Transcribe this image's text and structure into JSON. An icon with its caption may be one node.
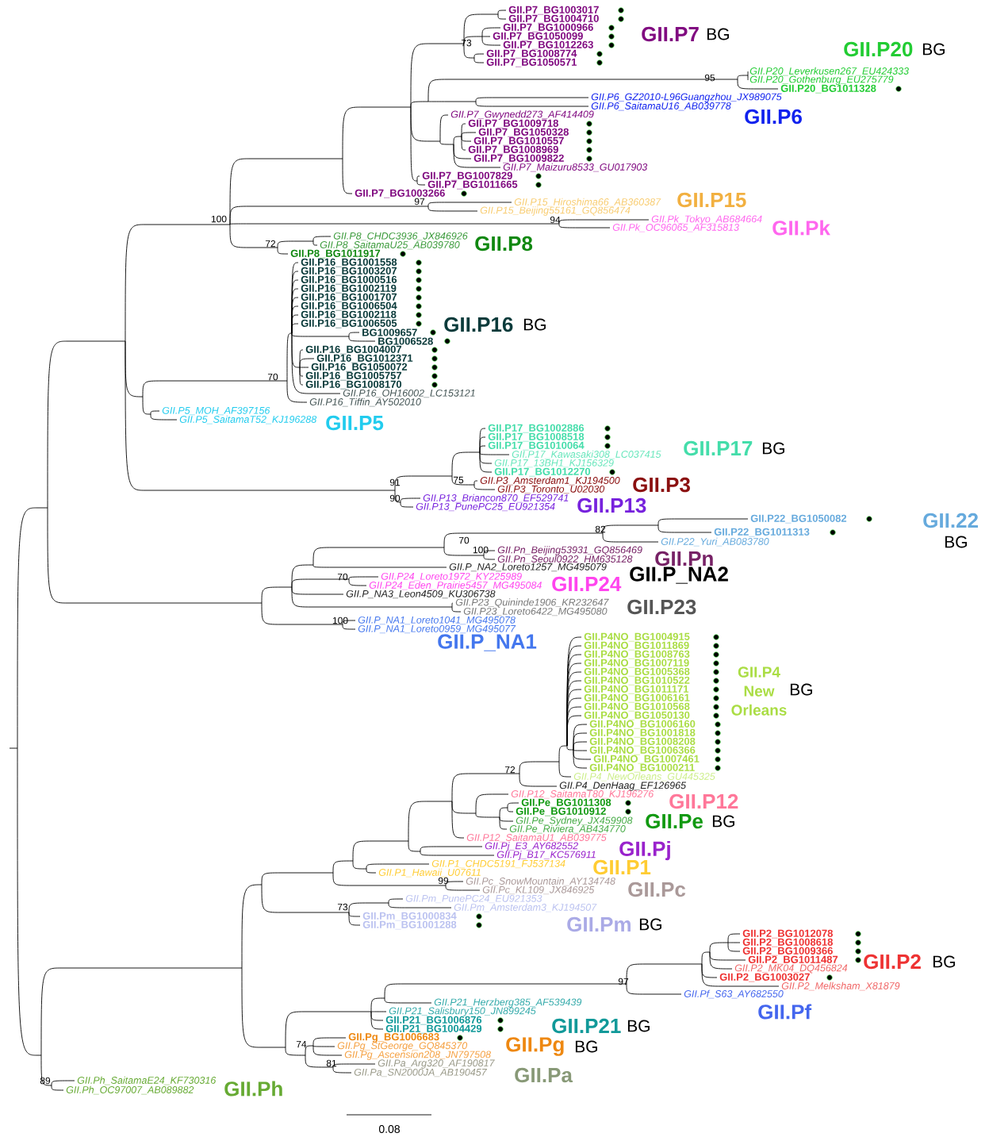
{
  "diagram": {
    "labels": [
      "GII.P7_BG1003017",
      "GII.P7_BG1004710",
      "GII.P7_BG1000966",
      "GII.P7_BG1050099",
      "GII.P7_BG1012263",
      "GII.P7",
      "BG",
      "73",
      "GII.P7_BG1008774",
      "GII.P7_BG1050571",
      "GII.P20",
      "BG",
      "GII.P20_Leverkusen267_EU424333",
      "95",
      "GII.P20_Gothenburg_EU275779",
      "GII.P20_BG1011328",
      "GII.P6_GZ2010-L96Guangzhou_JX989075",
      "GII.P6_SaitamaU16_AB039778",
      "GII.P7_Gwynedd273_AF414409",
      "GII.P6",
      "GII.P7_BG1009718",
      "GII.P7_BG1050328",
      "GII.P7_BG1010557",
      "GII.P7_BG1008969",
      "GII.P7_BG1009822",
      "GII.P7_Maizuru8533_GU017903",
      "GII.P7_BG1007829",
      "GII.P7_BG1011665",
      "GII.P7_BG1003266",
      "GII.P15",
      "GII.P15_Hiroshima66_AB360387",
      "97",
      "GII.P15_Beijing55161_GQ856474",
      "GII.Pk_Tokyo_AB684664",
      "94",
      "100",
      "GII.Pk",
      "GII.Pk_OC96065_AF315813",
      "GII.P8_CHDC3936_JX846926",
      "72",
      "GII.P8",
      "GII.P8_SaitamaU25_AB039780",
      "GII.P8_BG1011917",
      "GII.P16_BG1001558",
      "GII.P16_BG1003207",
      "GII.P16_BG1000516",
      "GII.P16_BG1002119",
      "GII.P16_BG1001707",
      "GII.P16_BG1006504",
      "GII.P16_BG1002118",
      "GII.P16_BG1006505",
      "GII.P16",
      "BG",
      "BG1009657",
      "BG1006528",
      "GII.P16_BG1004007",
      "GII.P16_BG1012371",
      "GII.P16_BG1050072",
      "GII.P16_BG1005757",
      "70",
      "GII.P16_BG1008170",
      "GII.P16_OH16002_LC153121",
      "GII.P16_Tiffin_AY502010",
      "GII.P5_MOH_AF397156",
      "GII.P5_SaitamaT52_KJ196288",
      "GII.P5",
      "GII.P17_BG1002886",
      "GII.P17_BG1008518",
      "GII.P17_BG1010064",
      "GII.P17",
      "BG",
      "GII.P17_Kawasaki308_LC037415",
      "GII.P17_13BH1_KJ156329",
      "GII.P17_BG1012270",
      "75",
      "GII.P3_Amsterdam1_KJ194500",
      "91",
      "GII.P3",
      "GII.P3_Toronto_U02030",
      "90",
      "GII.P13_Briancon870_EF529741",
      "GII.P13_PunePC25_EU921354",
      "GII.P13",
      "GII.P22_BG1050082",
      "GII.22",
      "82",
      "GII.P22_BG1011313",
      "70",
      "GII.P22_Yuri_AB083780",
      "BG",
      "100",
      "GII.Pn_Beijing53931_GQ856469",
      "GII.Pn",
      "GII.Pn_Seoul0922_HM635128",
      "GII.P_NA2_Loreto1257_MG495079",
      "GII.P_NA2",
      "70",
      "GII.P24_Loreto1972_KY225989",
      "GII.P24",
      "GII.P24_Eden_Prairie5457_MG495084",
      "GII.P_NA3_Leon4509_KU306738",
      "GII.P23_Quininde1906_KR232647",
      "GII.P23",
      "GII.P23_Loreto6422_MG495080",
      "100",
      "GII.P_NA1_Loreto1041_MG495078",
      "GII.P_NA1_Loreto0959_MG495077",
      "GII.P_NA1",
      "GII.P4NO_BG1004915",
      "GII.P4NO_BG1011869",
      "GII.P4NO_BG1008763",
      "GII.P4NO_BG1007119",
      "GII.P4NO_BG1005368",
      "GII.P4NO_BG1010522",
      "GII.P4NO_BG1011171",
      "GII.P4NO_BG1006161",
      "GII.P4NO_BG1010568",
      "GII.P4NO_BG1050130",
      "GII.P4 New Orleans",
      "BG",
      "GII.P4NO_BG1006160",
      "GII.P4NO_BG1001818",
      "GII.P4NO_BG1008208",
      "GII.P4NO_BG1006366",
      "GII.P4NO_BG1007461",
      "GII.P4NO_BG1000211",
      "72",
      "GII.P4_NewOrleans_GU445325",
      "GII.P4_DenHaag_EF126965",
      "GII.P12_SaitamaT80_KJ196276",
      "GII.P12",
      "GII.Pe_BG1011308",
      "GII.Pe_BG1010912",
      "GII.Pe",
      "BG",
      "GII.Pe_Sydney_JX459908",
      "GII.Pe_Riviera_AB434770",
      "GII.P12_SaitamaU1_AB039775",
      "GII.Pj_E3_AY682552",
      "GII.Pj",
      "GII.Pj_B17_KC576911",
      "GII.P1_CHDC5191_FJ537134",
      "GII.P1",
      "GII.P1_Hawaii_U07611",
      "99",
      "GII.Pc_SnowMountain_AY134748",
      "GII.Pc",
      "GII.Pc_KL109_JX846925",
      "GII.Pm_PunePC24_EU921353",
      "73",
      "GII.Pm_Amsterdam3_KJ194507",
      "GII.Pm_BG1000834",
      "GII.Pm_BG1001288",
      "GII.Pm",
      "BG",
      "GII.P2_BG1012078",
      "GII.P2_BG1008618",
      "GII.P2_BG1009366",
      "GII.P2_BG1011487",
      "GII.P2",
      "BG",
      "GII.P2_MK04_DQ456824",
      "GII.P2_BG1003027",
      "97",
      "GII.P2_Melksham_X81879",
      "GII.Pf_S63_AY682550",
      "GII.P21_Herzberg385_AF539439",
      "GII.Pf",
      "GII.P21_Salisbury150_JN899245",
      "GII.P21_BG1006876",
      "GII.P21",
      "BG",
      "GII.P21_BG1004429",
      "GII.Pg_BG1006683",
      "74",
      "GII.Pg_StGeorge_GQ845370",
      "GII.Pg",
      "BG",
      "GII.Pg_Ascension208_JN797508",
      "81",
      "GII.Pa_Arg320_AF190817",
      "GII.Pa_SN2000JA_AB190457",
      "GII.Pa",
      "89",
      "GII.Ph_SaitamaE24_KF730316",
      "GII.Ph",
      "GII.Ph_OC97007_AB089882",
      "0.08"
    ]
  }
}
